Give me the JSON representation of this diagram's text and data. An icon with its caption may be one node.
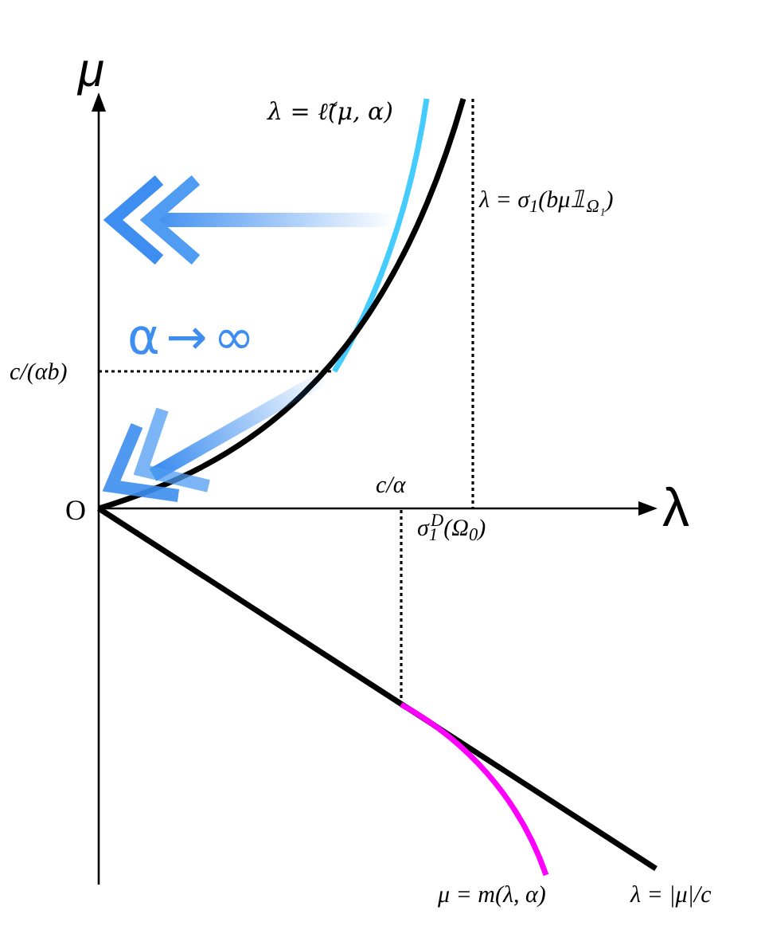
{
  "diagram": {
    "labels": [
      "μ",
      "λ = ℓ̃(μ, α)",
      "λ = σ$_{1}$(bμ𝟙$_{Ω₁}$)",
      "α → ∞",
      "c/(αb)",
      "c/α",
      "O",
      "λ",
      "σ$_{1}$$^{D}$(Ω$_{0}$)",
      "μ = m(λ, α)",
      "λ = |μ|/c"
    ]
  }
}
